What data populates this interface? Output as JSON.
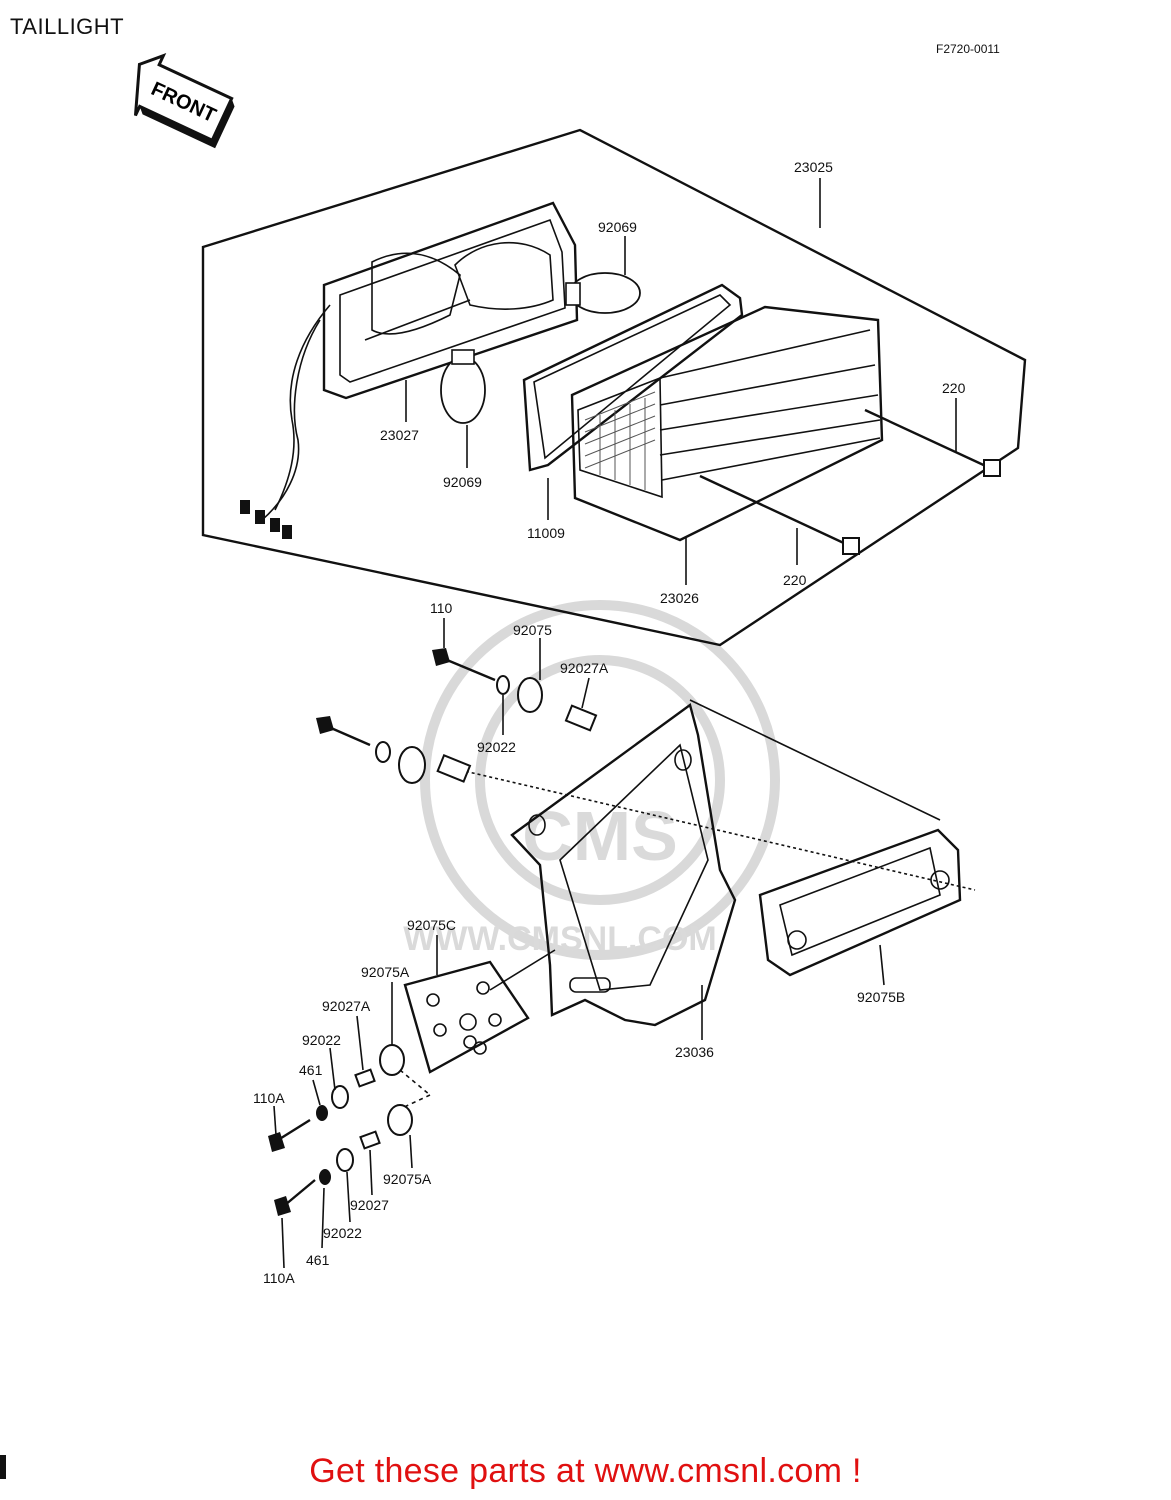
{
  "title": "TAILLIGHT",
  "figure_code": "F2720-0011",
  "front_arrow_label": "FRONT",
  "watermark": "WWW.CMSNL.COM",
  "footer": "Get these parts at www.cmsnl.com !",
  "parts": {
    "p23025": "23025",
    "p92069_top": "92069",
    "p220_top": "220",
    "p23027": "23027",
    "p92069_bottom": "92069",
    "p11009": "11009",
    "p23026": "23026",
    "p220_bottom": "220",
    "p110": "110",
    "p92075": "92075",
    "p92027A_top": "92027A",
    "p92022_top": "92022",
    "p92075C": "92075C",
    "p92075A_top": "92075A",
    "p92027A_mid": "92027A",
    "p92022_mid": "92022",
    "p461_top": "461",
    "p110A_top": "110A",
    "p92075A_bottom": "92075A",
    "p92027": "92027",
    "p92022_bottom": "92022",
    "p461_bottom": "461",
    "p110A_bottom": "110A",
    "p23036": "23036",
    "p92075B": "92075B"
  }
}
